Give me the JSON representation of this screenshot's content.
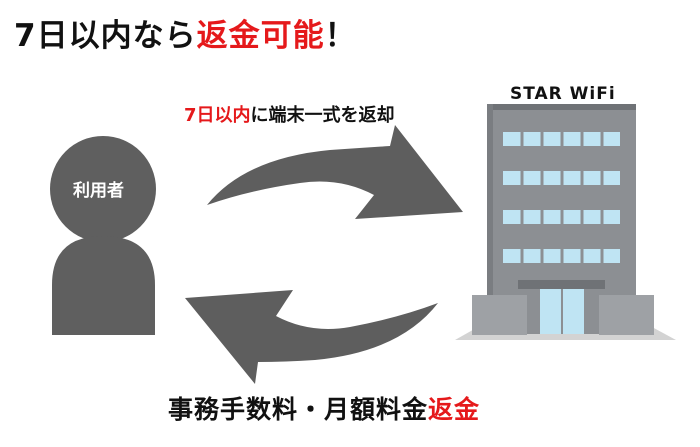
{
  "title": {
    "part_plain": "7日以内なら",
    "part_red": "返金可能",
    "suffix": "！"
  },
  "top_arrow_label": {
    "part_red": "7日以内",
    "part_plain": "に端末一式を返却"
  },
  "bottom_arrow_label": {
    "part_plain": "事務手数料・月額料金",
    "part_red": "返金"
  },
  "company": {
    "name": "STAR WiFi"
  },
  "user": {
    "label": "利用者"
  },
  "colors": {
    "accent_red": "#e5191b",
    "person_gray": "#5f5f5f",
    "arrow_gray": "#5e5e5e",
    "building_gray": "#8c8f93",
    "window_blue": "#bfe4f3"
  },
  "icons": {
    "person": "person-silhouette-icon",
    "building": "office-building-icon",
    "arrow_top": "curved-arrow-right-icon",
    "arrow_bottom": "curved-arrow-left-icon"
  }
}
